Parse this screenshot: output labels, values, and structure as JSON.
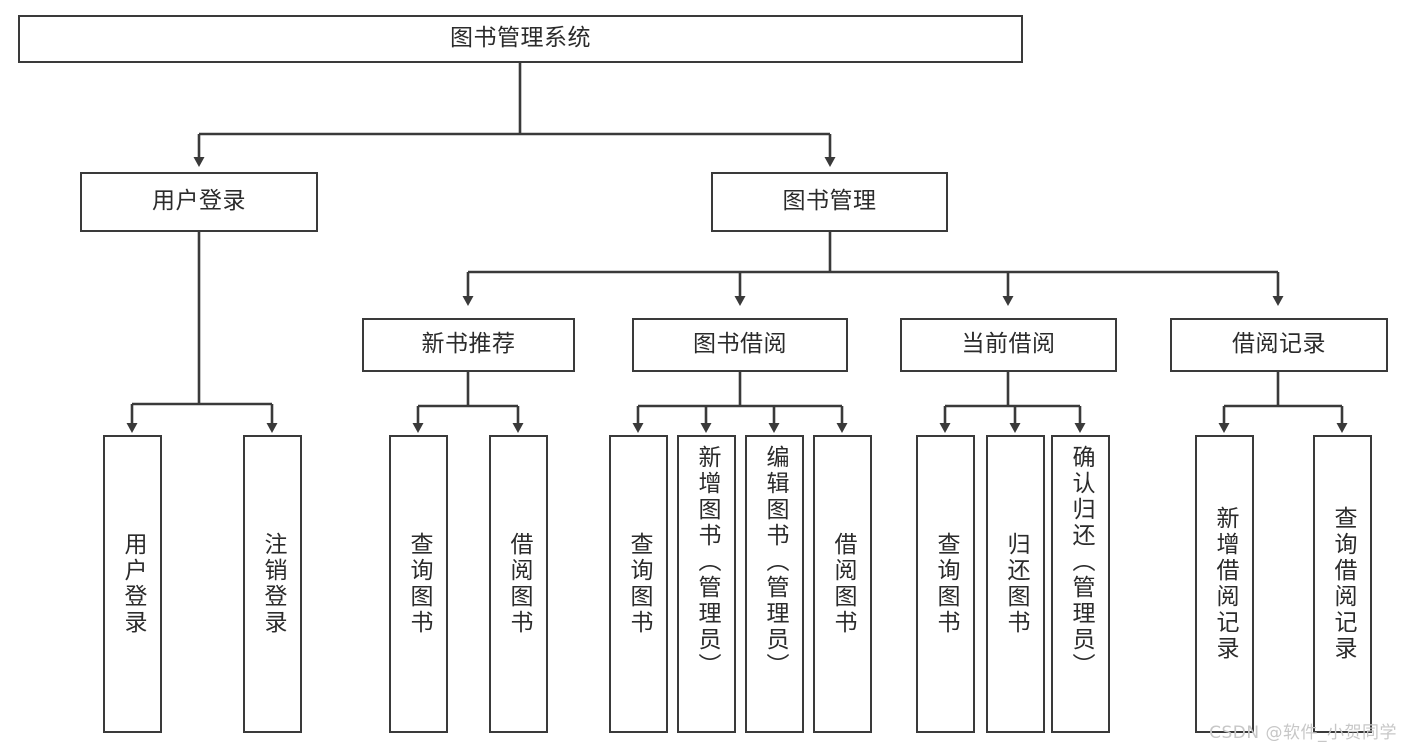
{
  "diagram": {
    "title": "图书管理系统",
    "type": "tree-hierarchy-diagram",
    "root": {
      "label": "图书管理系统"
    },
    "level2": [
      {
        "label": "用户登录"
      },
      {
        "label": "图书管理"
      }
    ],
    "level3": [
      {
        "label": "新书推荐"
      },
      {
        "label": "图书借阅"
      },
      {
        "label": "当前借阅"
      },
      {
        "label": "借阅记录"
      }
    ],
    "leaves": {
      "user_login": [
        {
          "label": "用户登录"
        },
        {
          "label": "注销登录"
        }
      ],
      "new_book_recommend": [
        {
          "label": "查询图书"
        },
        {
          "label": "借阅图书"
        }
      ],
      "book_borrow": [
        {
          "label": "查询图书"
        },
        {
          "label": "新增图书（管理员）"
        },
        {
          "label": "编辑图书（管理员）"
        },
        {
          "label": "借阅图书"
        }
      ],
      "current_borrow": [
        {
          "label": "查询图书"
        },
        {
          "label": "归还图书"
        },
        {
          "label": "确认归还（管理员）"
        }
      ],
      "borrow_record": [
        {
          "label": "新增借阅记录"
        },
        {
          "label": "查询借阅记录"
        }
      ]
    }
  },
  "watermark": {
    "text": "CSDN @软件_小贺同学"
  },
  "colors": {
    "border": "#3a3a3a",
    "text": "#2b2b2b",
    "background": "#ffffff",
    "connector": "#3a3a3a",
    "watermark": "#c7c7c7"
  }
}
